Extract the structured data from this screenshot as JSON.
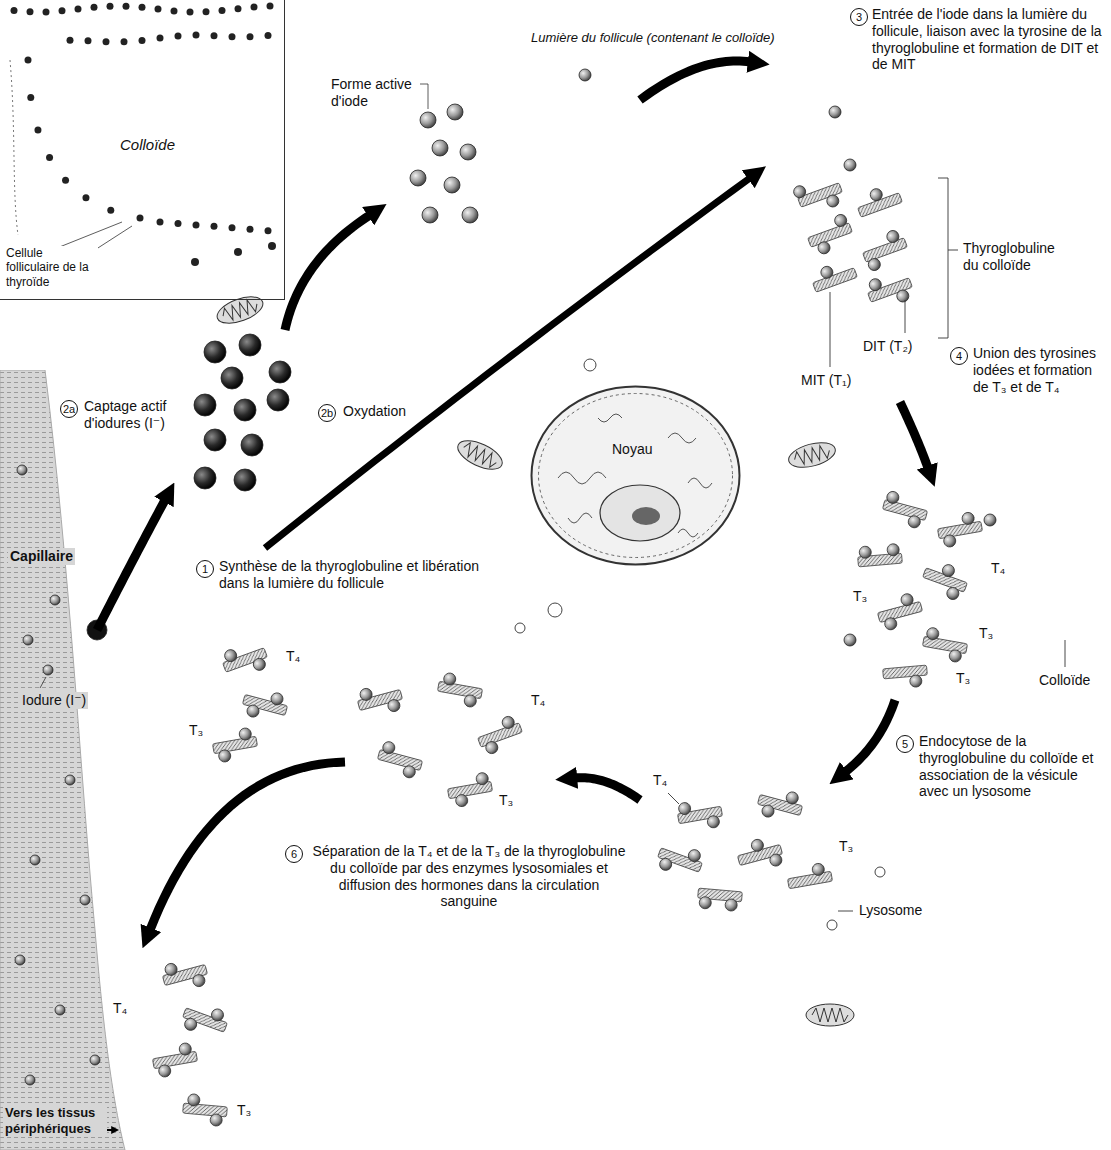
{
  "diagram": {
    "nodes": [
      {
        "text": [
          "Colloïde",
          "Cellule folliculaire de la thyroïde"
        ]
      },
      {
        "text": [
          "Noyau"
        ]
      },
      {
        "text": [
          "Capillaire",
          "Iodure (I⁻)",
          "Vers les tissus périphériques"
        ]
      }
    ],
    "labels": [
      "Forme active d'iode",
      "Lumière du follicule (contenant le colloïde)",
      "3",
      "Entrée de l'iode dans la lumière du follicule, liaison avec la tyrosine de la thyroglobuline et formation de DIT et de MIT",
      "Thyroglobuline du colloïde",
      "DIT (T₂)",
      "MIT (T₁)",
      "4",
      "Union des tyrosines iodées et formation de T₃ et de T₄",
      "2a",
      "Captage actif d'iodures (I⁻)",
      "2b",
      "Oxydation",
      "1",
      "Synthèse de la thyroglobuline et libération dans la lumière du follicule",
      "T₃",
      "T₄",
      "T₃",
      "T₃",
      "Colloïde",
      "5",
      "Endocytose de la thyroglobuline du colloïde et association de la vésicule avec un lysosome",
      "T₄",
      "T₃",
      "Lysosome",
      "T₄",
      "T₃",
      "T₄",
      "T₃",
      "6",
      "Séparation de la T₄ et de la T₃ de la thyroglobuline du colloïde par des enzymes lysosomiales et diffusion des hormones dans la circulation sanguine",
      "T₄",
      "T₃"
    ]
  }
}
